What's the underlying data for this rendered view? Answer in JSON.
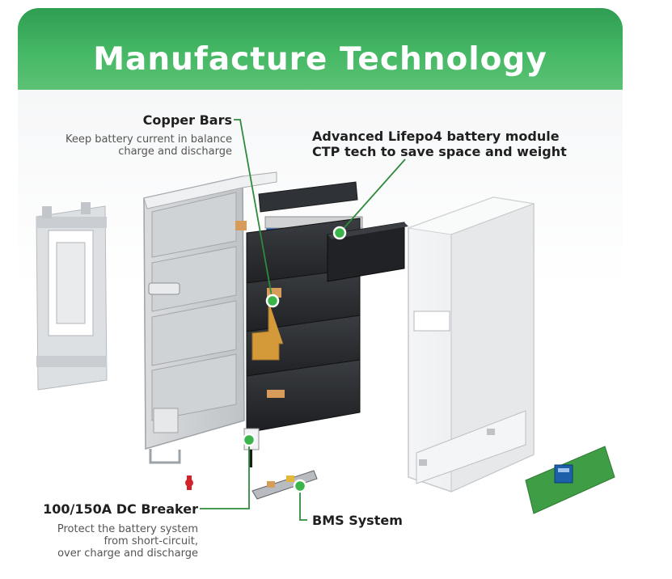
{
  "banner": {
    "title": "Manufacture Technology"
  },
  "callouts": {
    "copper_bars": {
      "title": "Copper Bars",
      "desc_line1": "Keep battery current in balance",
      "desc_line2": "charge and discharge"
    },
    "battery_module": {
      "line1": "Advanced Lifepo4 battery module",
      "line2": "CTP tech to save space and weight"
    },
    "dc_breaker": {
      "title": "100/150A DC Breaker",
      "desc_line1": "Protect the battery system",
      "desc_line2": "from short-circuit,",
      "desc_line3": "over charge and discharge"
    },
    "bms": {
      "title": "BMS System"
    }
  },
  "colors": {
    "banner_green": "#3aad5c",
    "leader_green": "#2e8b3a",
    "marker_green": "#3bb54a",
    "board_green": "#3f9e45"
  }
}
